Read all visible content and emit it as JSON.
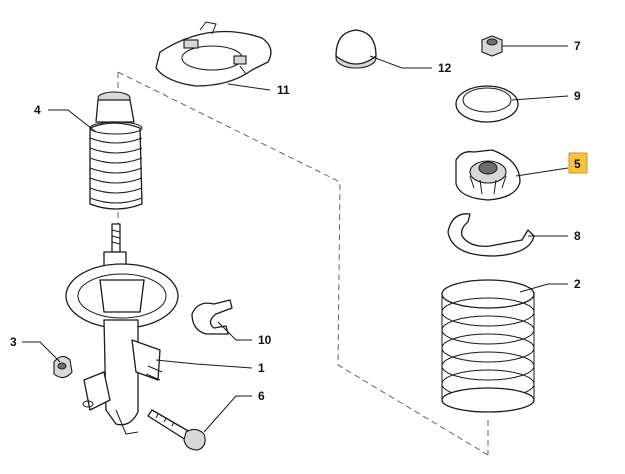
{
  "callouts": [
    {
      "id": "1",
      "label": "1"
    },
    {
      "id": "2",
      "label": "2"
    },
    {
      "id": "3",
      "label": "3"
    },
    {
      "id": "4",
      "label": "4"
    },
    {
      "id": "5",
      "label": "5",
      "highlighted": true
    },
    {
      "id": "6",
      "label": "6"
    },
    {
      "id": "7",
      "label": "7"
    },
    {
      "id": "8",
      "label": "8"
    },
    {
      "id": "9",
      "label": "9"
    },
    {
      "id": "10",
      "label": "10"
    },
    {
      "id": "11",
      "label": "11"
    },
    {
      "id": "12",
      "label": "12"
    }
  ],
  "colors": {
    "highlight": "#f5c242",
    "line": "#1a1a1a",
    "background": "#ffffff"
  }
}
